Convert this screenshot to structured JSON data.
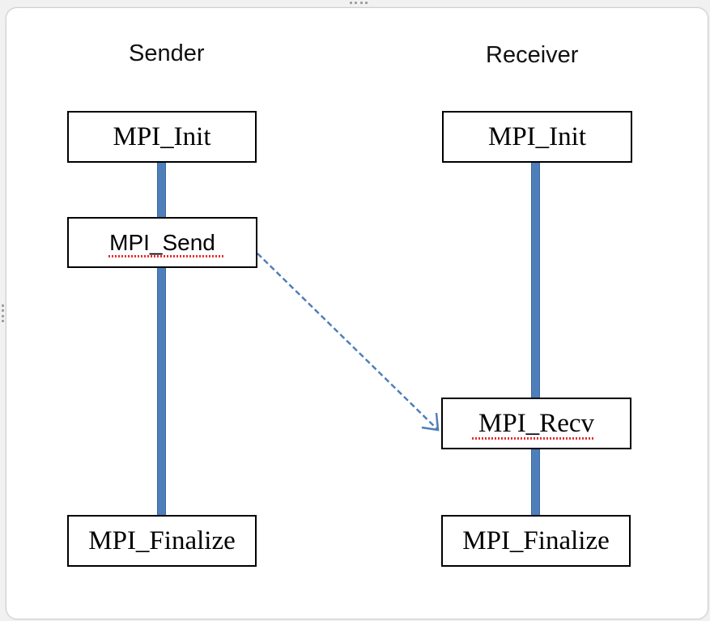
{
  "diagram": {
    "sender": {
      "heading": "Sender",
      "init": "MPI_Init",
      "send": "MPI_Send",
      "finalize": "MPI_Finalize"
    },
    "receiver": {
      "heading": "Receiver",
      "init": "MPI_Init",
      "recv": "MPI_Recv",
      "finalize": "MPI_Finalize"
    },
    "colors": {
      "lifeline": "#4f7fba",
      "message_arrow": "#4f7fba",
      "spellcheck_underline": "#e23030"
    }
  }
}
